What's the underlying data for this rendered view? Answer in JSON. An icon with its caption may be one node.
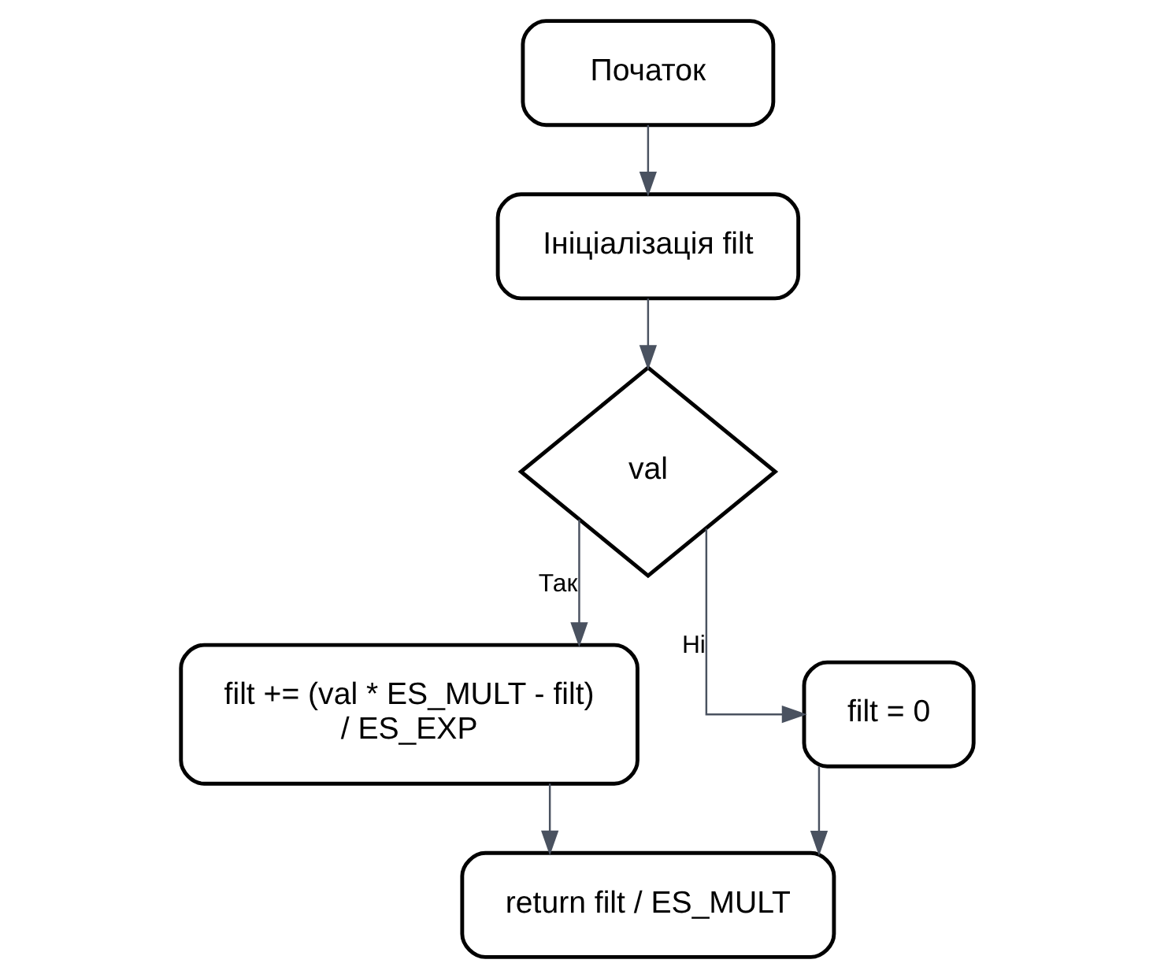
{
  "diagram": {
    "nodes": [
      {
        "text": [
          "Початок"
        ]
      },
      {
        "text": [
          "Ініціалізація filt"
        ]
      },
      {
        "text": [
          "val"
        ]
      },
      {
        "text": [
          "filt += (val * ES_MULT - filt) / ES_EXP"
        ]
      },
      {
        "text": [
          "filt = 0"
        ]
      },
      {
        "text": [
          "return filt / ES_MULT"
        ]
      }
    ],
    "edges": [
      {
        "from": 0,
        "to": 1,
        "arrow": "to"
      },
      {
        "from": 1,
        "to": 2,
        "arrow": "to"
      },
      {
        "from": 2,
        "to": 3,
        "arrow": "to",
        "label": "Так"
      },
      {
        "from": 2,
        "to": 4,
        "arrow": "to",
        "label": "Ні"
      },
      {
        "from": 3,
        "to": 5,
        "arrow": "to"
      },
      {
        "from": 4,
        "to": 5,
        "arrow": "to"
      }
    ]
  }
}
